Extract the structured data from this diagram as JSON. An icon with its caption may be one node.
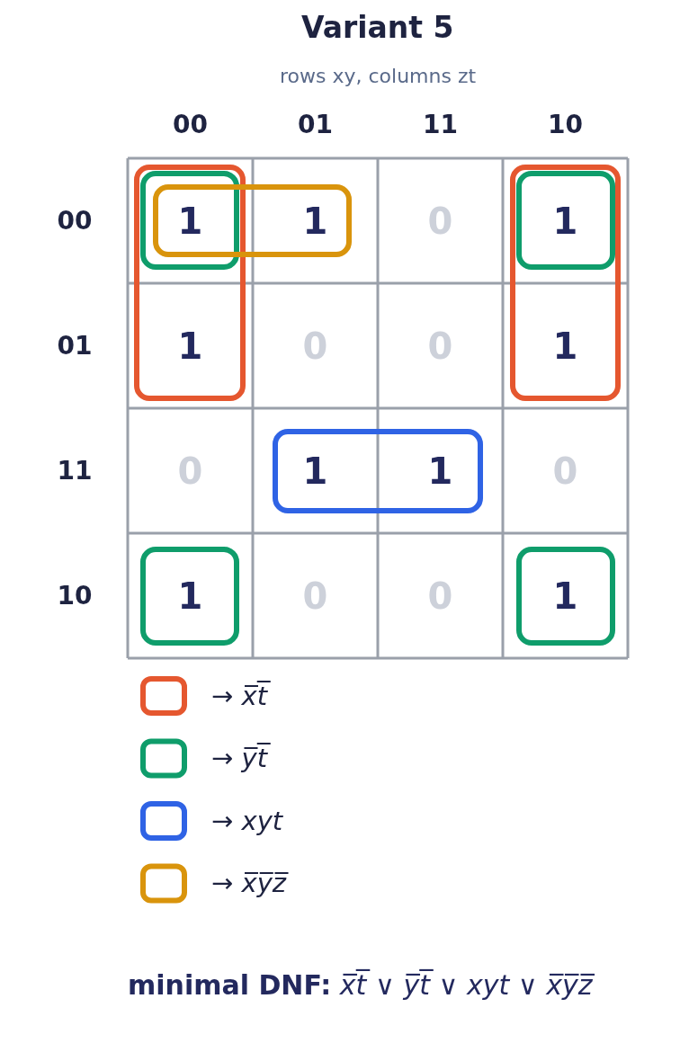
{
  "diagram": {
    "title": "Variant 5",
    "caption": "**minimal DNF:** *x̅t̅* ∨ *y̅t̅* ∨ *xyt* ∨ *x̅y̅z̅*",
    "labels": [
      "rows xy,  columns zt",
      "00",
      "01",
      "11",
      "10",
      "00",
      "1",
      "1",
      "0",
      "1",
      "01",
      "1",
      "0",
      "0",
      "1",
      "11",
      "0",
      "1",
      "1",
      "0",
      "10",
      "1",
      "0",
      "0",
      "1"
    ],
    "legend": [
      {
        "text": "→  *x̅t̅*",
        "color": "#e5572f"
      },
      {
        "text": "→  *y̅t̅*",
        "color": "#0f9d6b"
      },
      {
        "text": "→  *xyt*",
        "color": "#2f63e5"
      },
      {
        "text": "→  *x̅y̅z̅*",
        "color": "#d9940c"
      }
    ]
  }
}
